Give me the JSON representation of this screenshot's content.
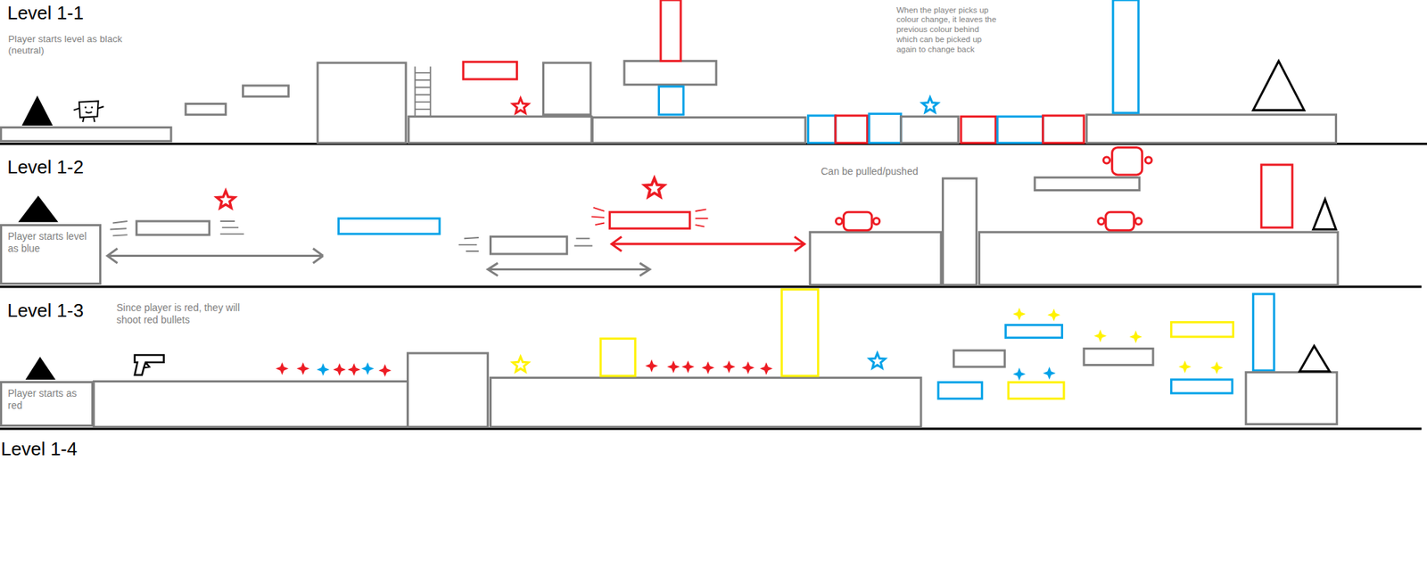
{
  "diagram": {
    "nodes": [
      {
        "text": [
          "Player starts level as blue"
        ]
      },
      {
        "text": [
          "Player starts as red"
        ]
      }
    ],
    "labels": [
      "Level 1-1",
      "Player starts level as black (neutral)",
      "When the player picks up colour change, it leaves the previous colour behind which can be picked up again to change back",
      "Level 1-2",
      "Can be pulled/pushed",
      "Level 1-3",
      "Since player is red, they will shoot red bullets",
      "Level 1-4"
    ]
  }
}
